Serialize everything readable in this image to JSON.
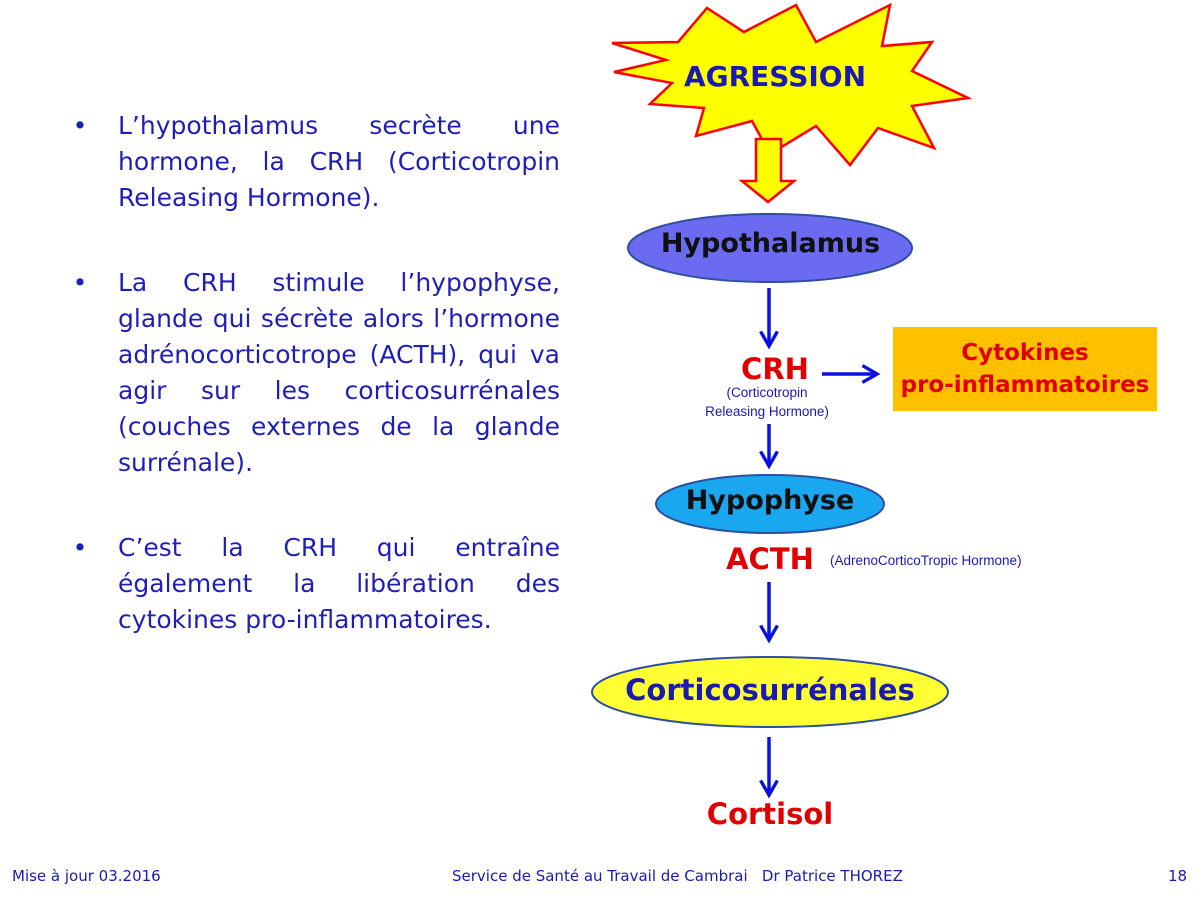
{
  "bullets": [
    "L’hypothalamus secrète une hormone, la CRH (Corticotropin Releasing Hormone).",
    "La CRH stimule l’hypophyse, glande qui sécrète alors l’hormone adrénocorticotrope (ACTH), qui va agir sur les corticosurrénales (couches externes de la glande surrénale).",
    "C’est la CRH qui entraîne également la libération des cytokines pro-inflammatoires."
  ],
  "bullet_symbol": "•",
  "diagram": {
    "agression": "AGRESSION",
    "hypothalamus": "Hypothalamus",
    "crh": "CRH",
    "crh_sub_line1": "(Corticotropin",
    "crh_sub_line2": "Releasing Hormone)",
    "cytokines_line1": "Cytokines",
    "cytokines_line2": "pro-inflammatoires",
    "hypophyse": "Hypophyse",
    "acth": "ACTH",
    "acth_sub": "(AdrenoCorticoTropic Hormone)",
    "corticosurrenales": "Corticosurrénales",
    "cortisol": "Cortisol"
  },
  "colors": {
    "blue_text": "#1a1ab0",
    "red_text": "#e00000",
    "star_fill": "#ffff00",
    "star_stroke": "#ff0000",
    "hypothalamus_fill": "#6b6bf2",
    "hypophyse_fill": "#19a8ef",
    "cortico_fill": "#ffff33",
    "cytokines_fill": "#ffc000",
    "arrow": "#0a10e0"
  },
  "footer": {
    "left": "Mise à jour 03.2016",
    "center": "Service de Santé au Travail de Cambrai   Dr Patrice THOREZ",
    "page": "18"
  }
}
